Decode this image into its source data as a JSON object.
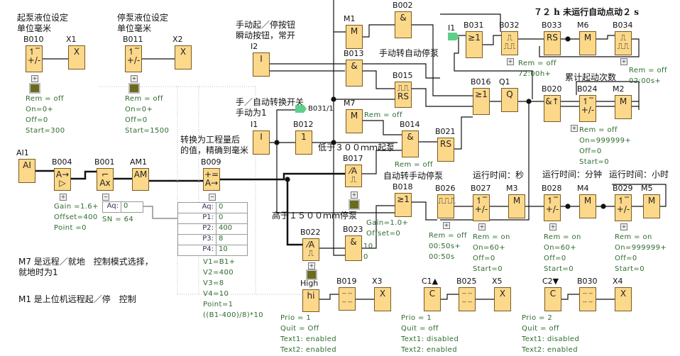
{
  "notes": {
    "start_level_1": "起泵液位设定",
    "start_level_2": "单位毫米",
    "stop_level_1": "停泵液位设定",
    "stop_level_2": "单位毫米",
    "convert_1": "转换为工程量后",
    "convert_2": "的值，精确到毫米",
    "manual_btn_1": "手动起／停按钮",
    "manual_btn_2": "瞬动按钮，常开",
    "mode_switch_1": "手／自动转换开关",
    "mode_switch_2": "手动为1",
    "below_300": "低于３００ｍｍ起泵",
    "above_1500": "高于１５００ｍｍ停泵",
    "manual_to_auto": "手动转自动停泵",
    "auto_to_manual": "自动转手动停泵",
    "auto_72h": "７２ h 未运行自动点动２ s",
    "start_count": "累计起动次数",
    "run_sec": "运行时间：秒",
    "run_min": "运行时间：分钟",
    "run_hour": "运行时间：小时",
    "m7_1": "M7 是远程／就地　控制模式选择，",
    "m7_2": "就地时为1",
    "m1": "M1 是上位机远程起／停　控制"
  },
  "blocks": {
    "b010": {
      "label": "B010",
      "symbol": "↿‾\n+/-"
    },
    "x1": {
      "label": "X1",
      "symbol": "X"
    },
    "b011": {
      "label": "B011",
      "symbol": "↿‾\n+/-"
    },
    "x2": {
      "label": "X2",
      "symbol": "X"
    },
    "ai1": {
      "label": "AI1",
      "symbol": "AI"
    },
    "b004": {
      "label": "B004",
      "symbol": "A→\n▷"
    },
    "b001": {
      "label": "B001",
      "symbol": "⌐\nAx"
    },
    "am1": {
      "label": "AM1",
      "symbol": "AM"
    },
    "b009": {
      "label": "B009",
      "symbol": "+=\nA→"
    },
    "i2": {
      "label": "I2",
      "symbol": "I"
    },
    "i1": {
      "label": "I1",
      "symbol": "I"
    },
    "b012": {
      "label": "B012",
      "symbol": "1"
    },
    "m1": {
      "label": "M1",
      "symbol": "M"
    },
    "b002": {
      "label": "B002",
      "symbol": "&"
    },
    "b013": {
      "label": "B013",
      "symbol": "&"
    },
    "b015": {
      "label": "B015",
      "symbol": "⎍⎍\nRS"
    },
    "m7": {
      "label": "M7",
      "symbol": "M"
    },
    "b014": {
      "label": "B014",
      "symbol": "&"
    },
    "b021": {
      "label": "B021",
      "symbol": "RS"
    },
    "b016": {
      "label": "B016",
      "symbol": "≥1"
    },
    "q1": {
      "label": "Q1",
      "symbol": "Q"
    },
    "b017": {
      "label": "B017",
      "symbol": "⁄A\n⎍"
    },
    "b022": {
      "label": "B022",
      "symbol": "⁄A\n⎍"
    },
    "b023": {
      "label": "B023",
      "symbol": "&"
    },
    "b018": {
      "label": "B018",
      "symbol": "≥1"
    },
    "hi": {
      "label": "High",
      "symbol": "hi"
    },
    "b019": {
      "label": "B019",
      "symbol": "-- --\n-- --"
    },
    "x3": {
      "label": "X3",
      "symbol": "X"
    },
    "b031": {
      "label": "B031",
      "symbol": "≥1"
    },
    "b032": {
      "label": "B032",
      "symbol": "⎍\n⎍⎍"
    },
    "b033": {
      "label": "B033",
      "symbol": "RS"
    },
    "m6": {
      "label": "M6",
      "symbol": "M"
    },
    "b034": {
      "label": "B034",
      "symbol": "⎍\n⎍⎍"
    },
    "b020": {
      "label": "B020",
      "symbol": "&↑"
    },
    "b024": {
      "label": "B024",
      "symbol": "↿‾\n+/-"
    },
    "m2": {
      "label": "M2",
      "symbol": "M"
    },
    "b026": {
      "label": "B026",
      "symbol": "⎍⎍⎍"
    },
    "b027": {
      "label": "B027",
      "symbol": "↿‾\n+/-"
    },
    "m3": {
      "label": "M3",
      "symbol": "M"
    },
    "b028": {
      "label": "B028",
      "symbol": "↿‾\n+/-"
    },
    "m4": {
      "label": "M4",
      "symbol": "M"
    },
    "b029": {
      "label": "B029",
      "symbol": "↿‾\n+/-"
    },
    "m5": {
      "label": "M5",
      "symbol": "M"
    },
    "c1": {
      "label": "C1▲",
      "symbol": "C"
    },
    "b025": {
      "label": "B025",
      "symbol": "-- --\n-- --"
    },
    "x5": {
      "label": "X5",
      "symbol": "X"
    },
    "c2": {
      "label": "C2▼",
      "symbol": "C"
    },
    "b030": {
      "label": "B030",
      "symbol": "-- --\n-- --"
    },
    "x4": {
      "label": "X4",
      "symbol": "X"
    }
  },
  "flags": {
    "b031_ref": "B031/1",
    "i1_ref": "I1"
  },
  "params": {
    "b010": [
      "Rem = off",
      "On=0+",
      "Off=0",
      "Start=300"
    ],
    "b011": [
      "Rem = off",
      "On=0+",
      "Off=0",
      "Start=1500"
    ],
    "b004": [
      "Gain =1.6+",
      "Offset=400",
      "Point =0"
    ],
    "b001_sn": "SN = 64",
    "b001_aq": {
      "k": "Aq:",
      "v": "0"
    },
    "b009_table": [
      {
        "k": "Aq:",
        "v": "0"
      },
      {
        "k": "P1:",
        "v": "0"
      },
      {
        "k": "P2:",
        "v": "400"
      },
      {
        "k": "P3:",
        "v": "8"
      },
      {
        "k": "P4:",
        "v": "10"
      }
    ],
    "b009": [
      "V1=B1+",
      "V2=400",
      "V3=8",
      "V4=10",
      "Point=1",
      "((B1-400)/8)*10"
    ],
    "b032": "Rem = off",
    "b032_time": "72:00h+",
    "b034": [
      "Rem = off",
      "02:00s+"
    ],
    "m7": "Rem = off",
    "b014": "Rem = off",
    "b017": [
      "Gain=1.0+",
      "Offset=0"
    ],
    "b023": [
      "10",
      "0"
    ],
    "b024": [
      "Rem = off",
      "On=999999+",
      "Off=0",
      "Start=0"
    ],
    "b026": [
      "Rem = off",
      "00:50s+",
      "00:50s"
    ],
    "b027": [
      "Rem = on",
      "On=60+",
      "Off=0",
      "Start=0"
    ],
    "b028": [
      "Rem = on",
      "On=60+",
      "Off=0",
      "Start=0"
    ],
    "b029": [
      "Rem = on",
      "On=999999+",
      "Off=0",
      "Start=0"
    ],
    "hi": [
      "Prio = 1",
      "Quit = Off",
      "Text1: enabled",
      "Text2: enabled"
    ],
    "c1": [
      "Prio = 1",
      "Quit = off",
      "Text1: disabled",
      "Text2: enabled"
    ],
    "c2": [
      "Prio = 2",
      "Quit = off",
      "Text1: disabled",
      "Text2: enabled"
    ]
  },
  "colors": {
    "block_fill": "#fcd88a",
    "param_text": "#2e6b2e",
    "flag": "#5fcf8a"
  }
}
